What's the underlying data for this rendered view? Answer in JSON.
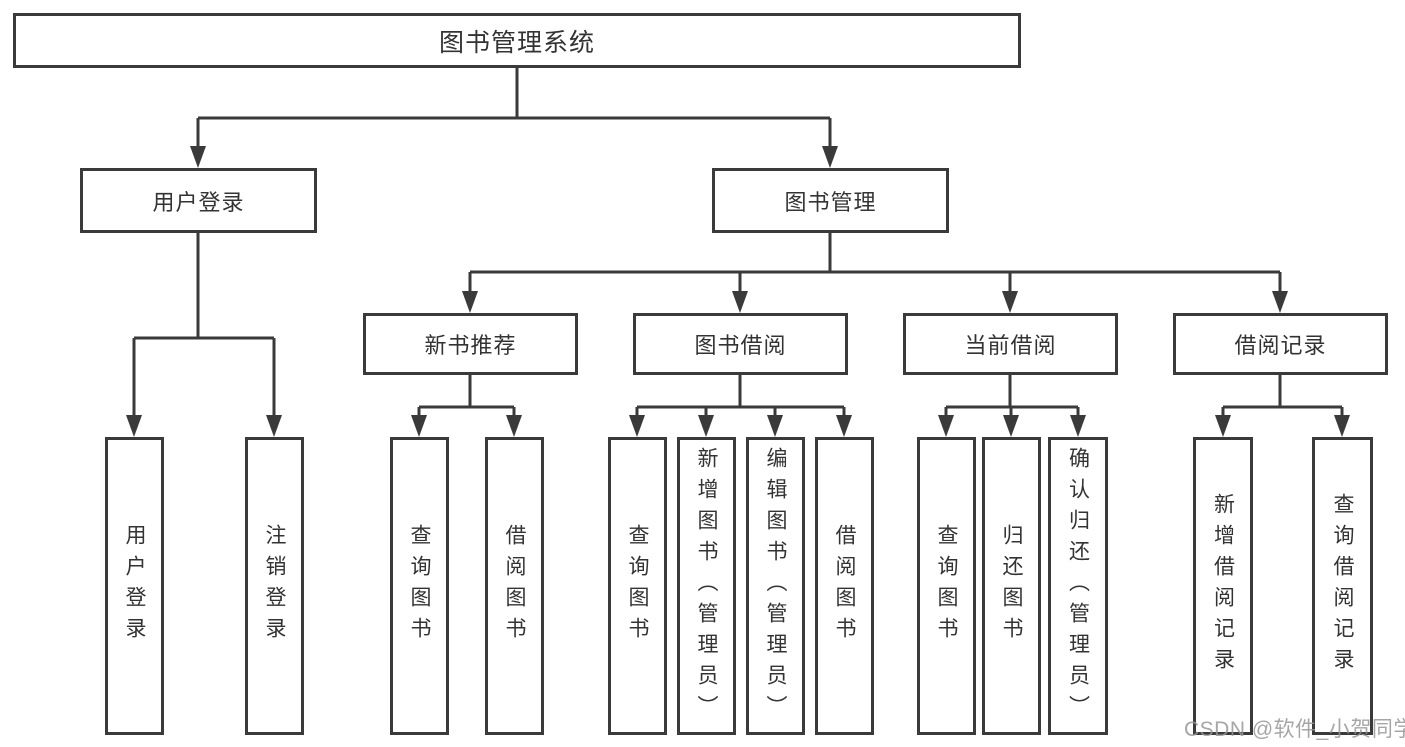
{
  "watermark": {
    "text": "CSDN @软件_小贺同学"
  },
  "colors": {
    "line": "#3a3a3a",
    "text": "#333333",
    "background": "#ffffff",
    "watermark": "#969696"
  },
  "diagram": {
    "type": "hierarchy-tree",
    "root": {
      "label": "图书管理系统"
    },
    "children": [
      {
        "label": "用户登录",
        "children": [
          {
            "label": "用户登录"
          },
          {
            "label": "注销登录"
          }
        ]
      },
      {
        "label": "图书管理",
        "children": [
          {
            "label": "新书推荐",
            "children": [
              {
                "label": "查询图书"
              },
              {
                "label": "借阅图书"
              }
            ]
          },
          {
            "label": "图书借阅",
            "children": [
              {
                "label": "查询图书"
              },
              {
                "label": "新增图书（管理员）"
              },
              {
                "label": "编辑图书（管理员）"
              },
              {
                "label": "借阅图书"
              }
            ]
          },
          {
            "label": "当前借阅",
            "children": [
              {
                "label": "查询图书"
              },
              {
                "label": "归还图书"
              },
              {
                "label": "确认归还（管理员）"
              }
            ]
          },
          {
            "label": "借阅记录",
            "children": [
              {
                "label": "新增借阅记录"
              },
              {
                "label": "查询借阅记录"
              }
            ]
          }
        ]
      }
    ]
  }
}
